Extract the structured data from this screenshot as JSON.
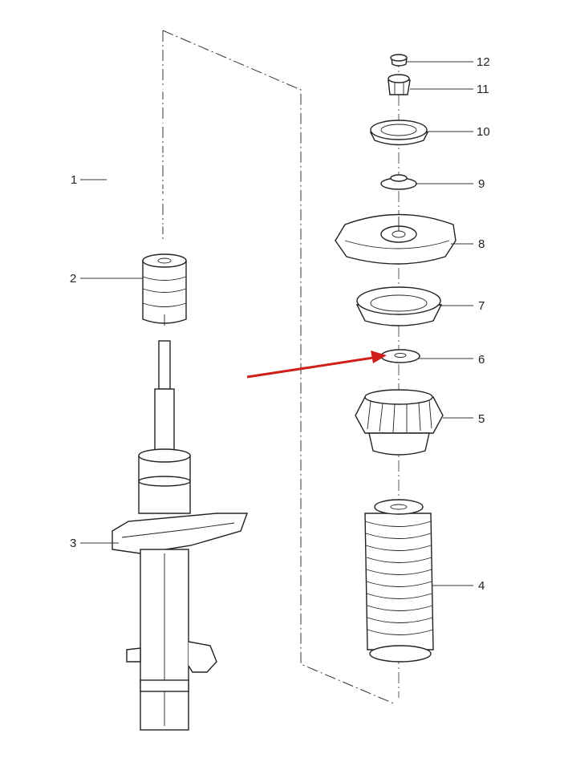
{
  "callouts": [
    {
      "id": "p1",
      "text": "1"
    },
    {
      "id": "p2",
      "text": "2"
    },
    {
      "id": "p3",
      "text": "3"
    },
    {
      "id": "p4",
      "text": "4"
    },
    {
      "id": "p5",
      "text": "5"
    },
    {
      "id": "p6",
      "text": "6"
    },
    {
      "id": "p7",
      "text": "7"
    },
    {
      "id": "p8",
      "text": "8"
    },
    {
      "id": "p9",
      "text": "9"
    },
    {
      "id": "p10",
      "text": "10"
    },
    {
      "id": "p11",
      "text": "11"
    },
    {
      "id": "p12",
      "text": "12"
    }
  ],
  "colors": {
    "line": "#222222",
    "highlight_arrow": "#d0201c",
    "background": "#ffffff"
  },
  "highlight": {
    "target": "p6"
  }
}
